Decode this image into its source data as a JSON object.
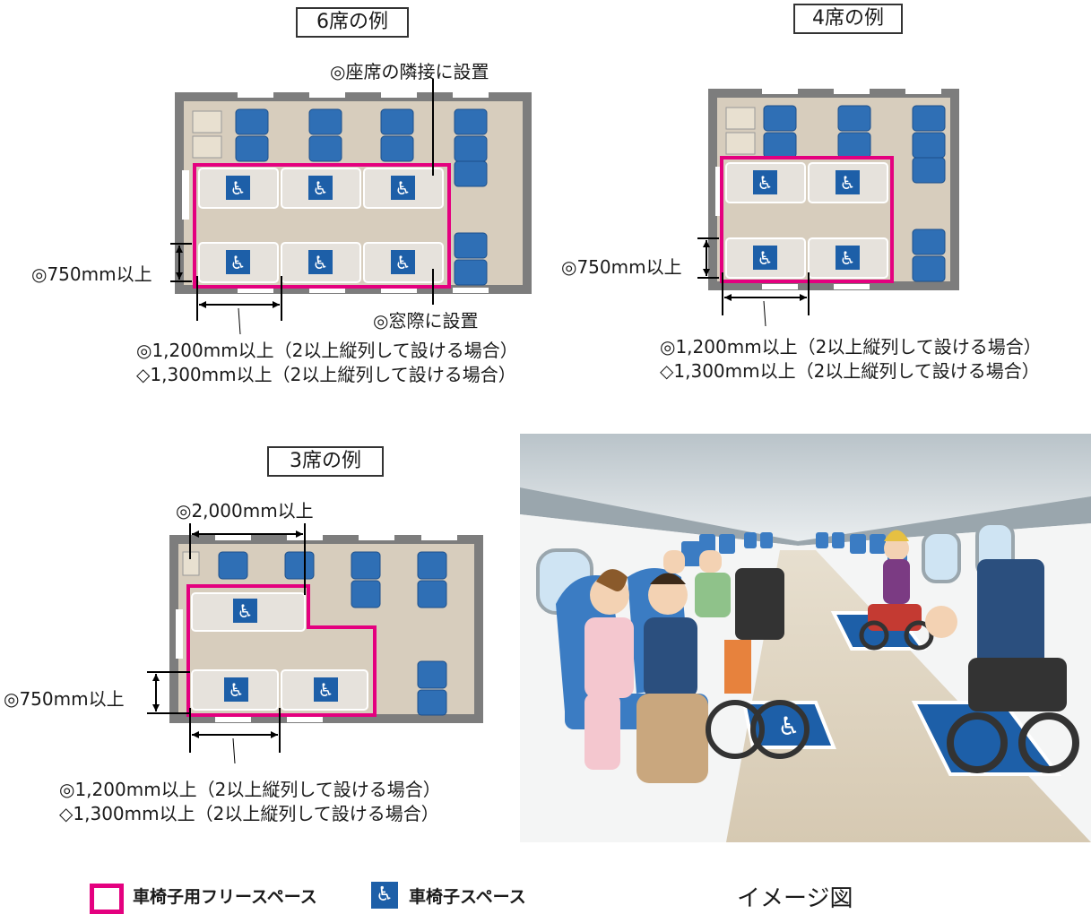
{
  "examples": {
    "six": {
      "title": "6席の例",
      "note_adjacent": "◎座席の隣接に設置",
      "note_window": "◎窓際に設置",
      "width_label": "◎750mm以上",
      "length_lines": [
        "◎1,200mm以上（2以上縦列して設ける場合）",
        "◇1,300mm以上（2以上縦列して設ける場合）"
      ]
    },
    "four": {
      "title": "4席の例",
      "width_label": "◎750mm以上",
      "length_lines": [
        "◎1,200mm以上（2以上縦列して設ける場合）",
        "◇1,300mm以上（2以上縦列して設ける場合）"
      ]
    },
    "three": {
      "title": "3席の例",
      "top_label": "◎2,000mm以上",
      "width_label": "◎750mm以上",
      "length_lines": [
        "◎1,200mm以上（2以上縦列して設ける場合）",
        "◇1,300mm以上（2以上縦列して設ける場合）"
      ]
    }
  },
  "legend": {
    "free_space": "車椅子用フリースペース",
    "wheelchair_space": "車椅子スペース"
  },
  "image_caption": "イメージ図",
  "colors": {
    "free_space_outline": "#e4007f",
    "wheelchair_icon_bg": "#1d5fa8",
    "seat_blue": "#2f6fb5",
    "floor": "#d7cdbd",
    "wall": "#7d7d7d"
  }
}
